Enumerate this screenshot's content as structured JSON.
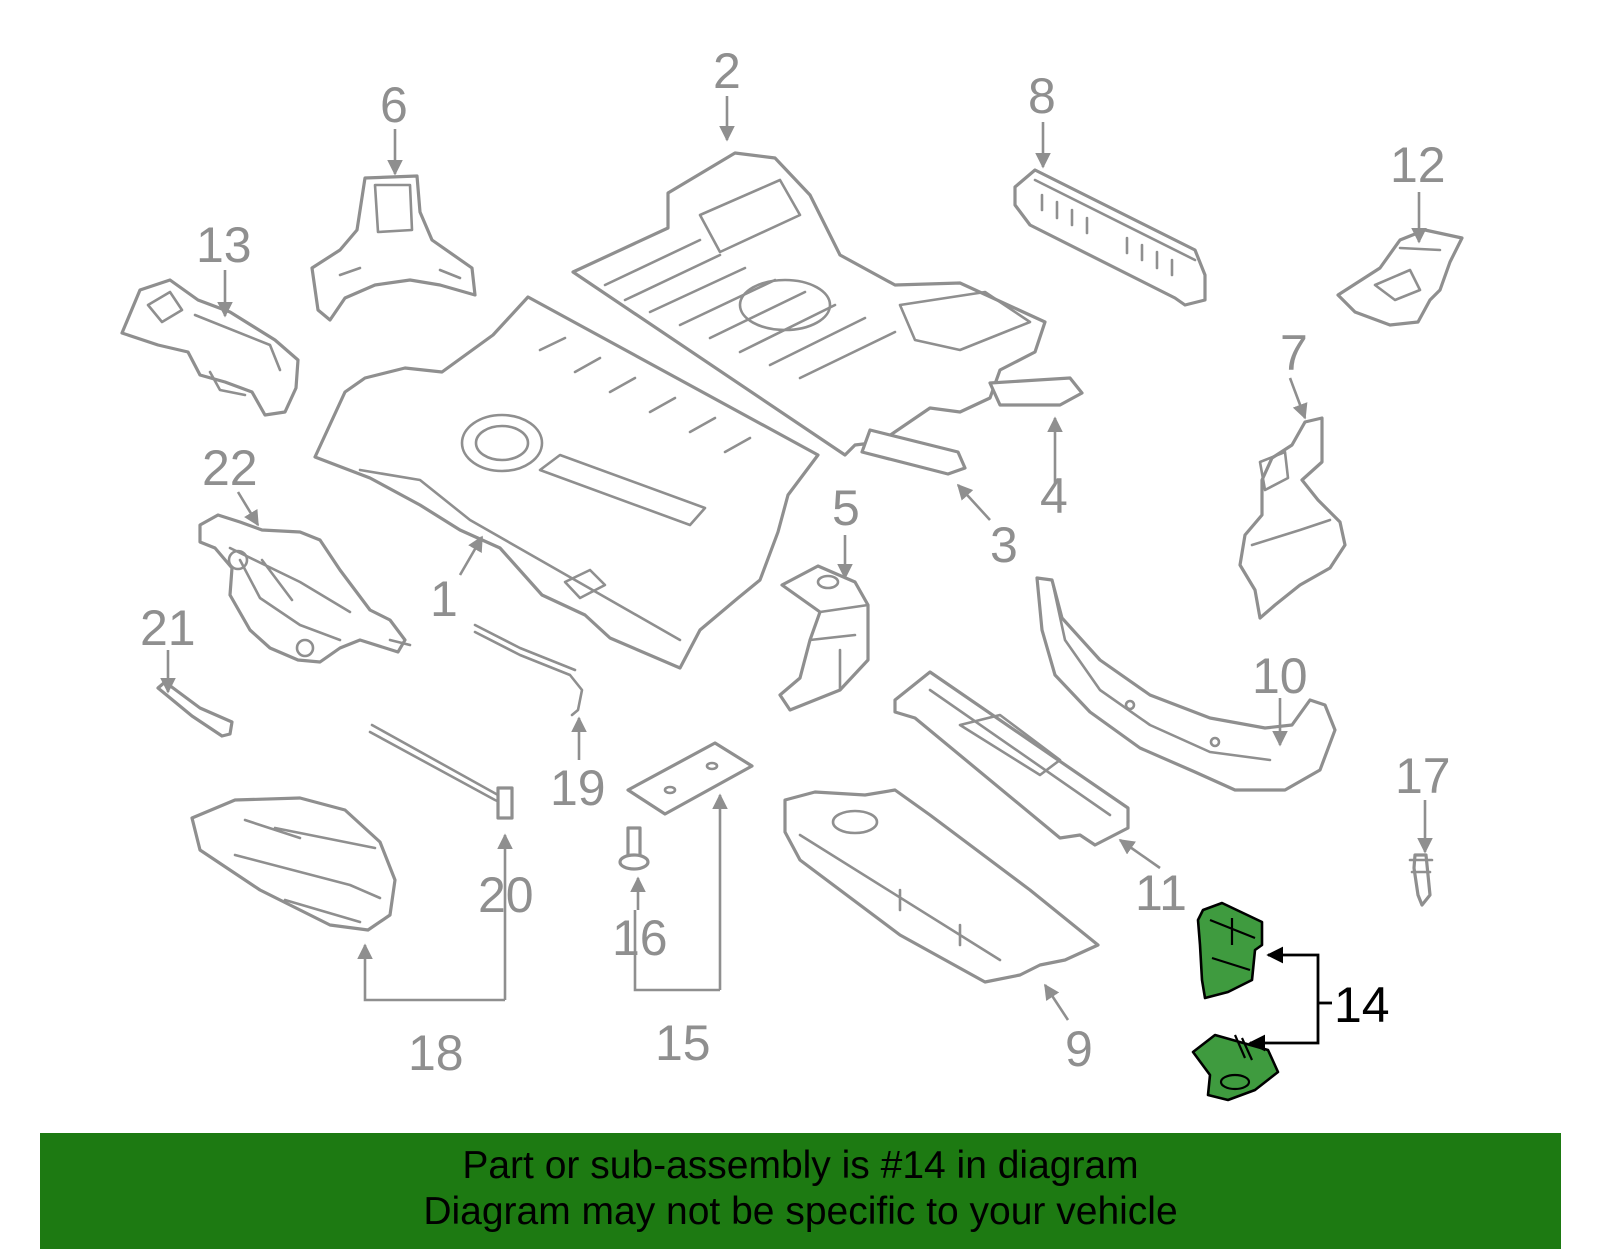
{
  "callouts": [
    "1",
    "2",
    "3",
    "4",
    "5",
    "6",
    "7",
    "8",
    "9",
    "10",
    "11",
    "12",
    "13",
    "14",
    "15",
    "16",
    "17",
    "18",
    "19",
    "20",
    "21",
    "22"
  ],
  "highlighted_part": "14",
  "colors": {
    "part_stroke": "#8f8f8f",
    "highlight_fill": "#3f9b3f",
    "banner_bg": "#1d7a12",
    "text_dark": "#000000"
  },
  "banner": {
    "line1": "Part or sub-assembly is #14 in diagram",
    "line2": "Diagram may not be specific to your vehicle"
  }
}
